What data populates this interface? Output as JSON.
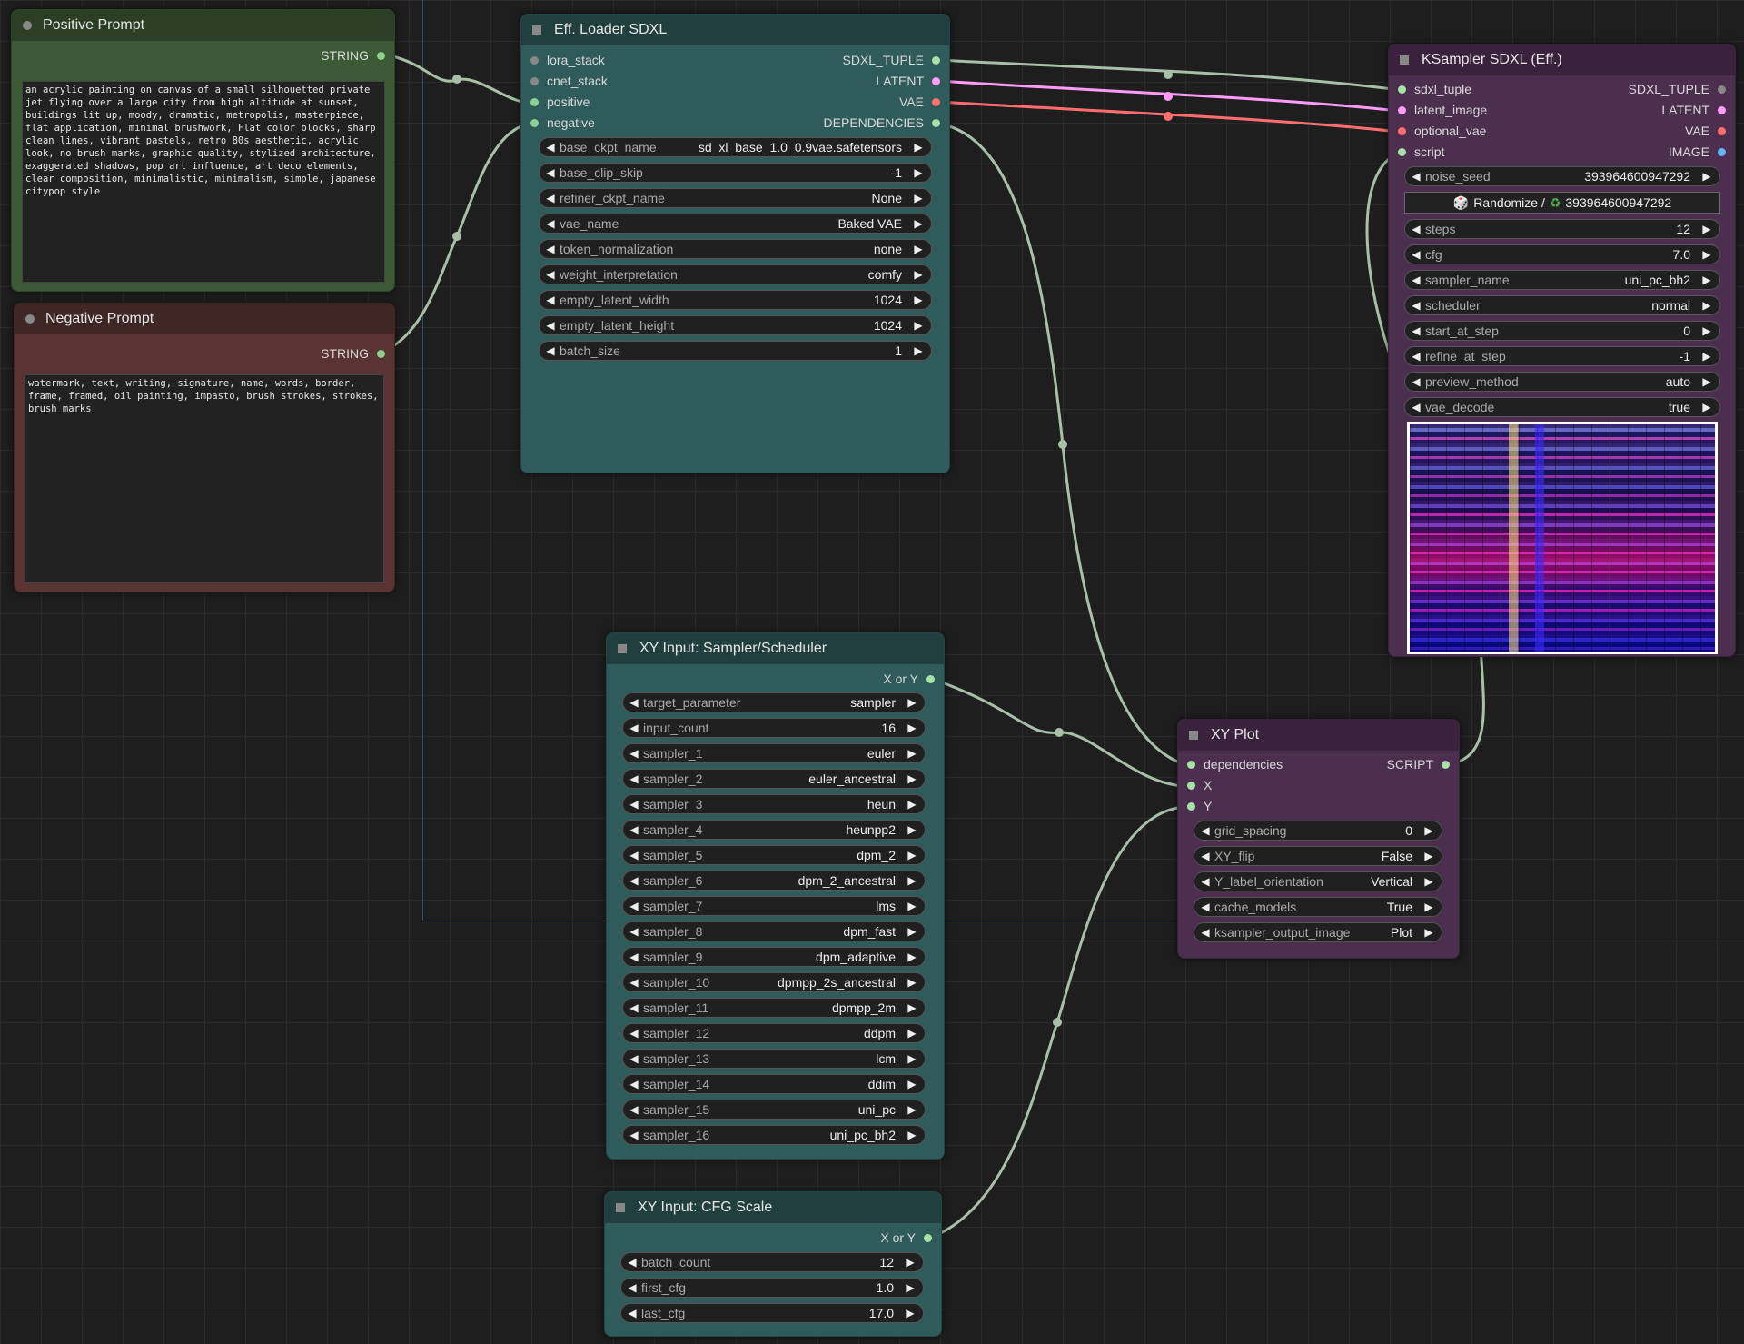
{
  "colors": {
    "string": "#8fd08f",
    "latent": "#ff9cf9",
    "vae": "#ff6e6e",
    "image": "#64b5f6",
    "generic": "#a8c8a8",
    "grey": "#888888"
  },
  "positive_prompt": {
    "title": "Positive Prompt",
    "output": "STRING",
    "text": "an acrylic painting on canvas of a small silhouetted private jet flying over a large city from high altitude at sunset, buildings lit up, moody, dramatic, metropolis, masterpiece, flat application, minimal brushwork, Flat color blocks, sharp clean lines, vibrant pastels, retro 80s aesthetic, acrylic look, no brush marks, graphic quality, stylized architecture, exaggerated shadows, pop art influence, art deco elements, clear composition, minimalistic, minimalism, simple, japanese citypop style"
  },
  "negative_prompt": {
    "title": "Negative Prompt",
    "output": "STRING",
    "text": "watermark, text, writing, signature, name, words, border, frame, framed, oil painting, impasto, brush strokes, strokes, brush marks"
  },
  "eff_loader": {
    "title": "Eff. Loader SDXL",
    "inputs": [
      "lora_stack",
      "cnet_stack",
      "positive",
      "negative"
    ],
    "outputs": [
      "SDXL_TUPLE",
      "LATENT",
      "VAE",
      "DEPENDENCIES"
    ],
    "widgets": [
      {
        "label": "base_ckpt_name",
        "value": "sd_xl_base_1.0_0.9vae.safetensors"
      },
      {
        "label": "base_clip_skip",
        "value": "-1"
      },
      {
        "label": "refiner_ckpt_name",
        "value": "None"
      },
      {
        "label": "vae_name",
        "value": "Baked VAE"
      },
      {
        "label": "token_normalization",
        "value": "none"
      },
      {
        "label": "weight_interpretation",
        "value": "comfy"
      },
      {
        "label": "empty_latent_width",
        "value": "1024"
      },
      {
        "label": "empty_latent_height",
        "value": "1024"
      },
      {
        "label": "batch_size",
        "value": "1"
      }
    ]
  },
  "ksampler": {
    "title": "KSampler SDXL (Eff.)",
    "inputs": [
      "sdxl_tuple",
      "latent_image",
      "optional_vae",
      "script"
    ],
    "outputs": [
      "SDXL_TUPLE",
      "LATENT",
      "VAE",
      "IMAGE"
    ],
    "noise_seed": {
      "label": "noise_seed",
      "value": "393964600947292"
    },
    "randomize_label": "Randomize /",
    "randomize_value": "393964600947292",
    "widgets": [
      {
        "label": "steps",
        "value": "12"
      },
      {
        "label": "cfg",
        "value": "7.0"
      },
      {
        "label": "sampler_name",
        "value": "uni_pc_bh2"
      },
      {
        "label": "scheduler",
        "value": "normal"
      },
      {
        "label": "start_at_step",
        "value": "0"
      },
      {
        "label": "refine_at_step",
        "value": "-1"
      },
      {
        "label": "preview_method",
        "value": "auto"
      },
      {
        "label": "vae_decode",
        "value": "true"
      }
    ]
  },
  "xy_sampler": {
    "title": "XY Input: Sampler/Scheduler",
    "output": "X or Y",
    "widgets": [
      {
        "label": "target_parameter",
        "value": "sampler"
      },
      {
        "label": "input_count",
        "value": "16"
      },
      {
        "label": "sampler_1",
        "value": "euler"
      },
      {
        "label": "sampler_2",
        "value": "euler_ancestral"
      },
      {
        "label": "sampler_3",
        "value": "heun"
      },
      {
        "label": "sampler_4",
        "value": "heunpp2"
      },
      {
        "label": "sampler_5",
        "value": "dpm_2"
      },
      {
        "label": "sampler_6",
        "value": "dpm_2_ancestral"
      },
      {
        "label": "sampler_7",
        "value": "lms"
      },
      {
        "label": "sampler_8",
        "value": "dpm_fast"
      },
      {
        "label": "sampler_9",
        "value": "dpm_adaptive"
      },
      {
        "label": "sampler_10",
        "value": "dpmpp_2s_ancestral"
      },
      {
        "label": "sampler_11",
        "value": "dpmpp_2m"
      },
      {
        "label": "sampler_12",
        "value": "ddpm"
      },
      {
        "label": "sampler_13",
        "value": "lcm"
      },
      {
        "label": "sampler_14",
        "value": "ddim"
      },
      {
        "label": "sampler_15",
        "value": "uni_pc"
      },
      {
        "label": "sampler_16",
        "value": "uni_pc_bh2"
      }
    ]
  },
  "xy_cfg": {
    "title": "XY Input: CFG Scale",
    "output": "X or Y",
    "widgets": [
      {
        "label": "batch_count",
        "value": "12"
      },
      {
        "label": "first_cfg",
        "value": "1.0"
      },
      {
        "label": "last_cfg",
        "value": "17.0"
      }
    ]
  },
  "xy_plot": {
    "title": "XY Plot",
    "inputs": [
      "dependencies",
      "X",
      "Y"
    ],
    "output": "SCRIPT",
    "widgets": [
      {
        "label": "grid_spacing",
        "value": "0"
      },
      {
        "label": "XY_flip",
        "value": "False"
      },
      {
        "label": "Y_label_orientation",
        "value": "Vertical"
      },
      {
        "label": "cache_models",
        "value": "True"
      },
      {
        "label": "ksampler_output_image",
        "value": "Plot"
      }
    ]
  }
}
